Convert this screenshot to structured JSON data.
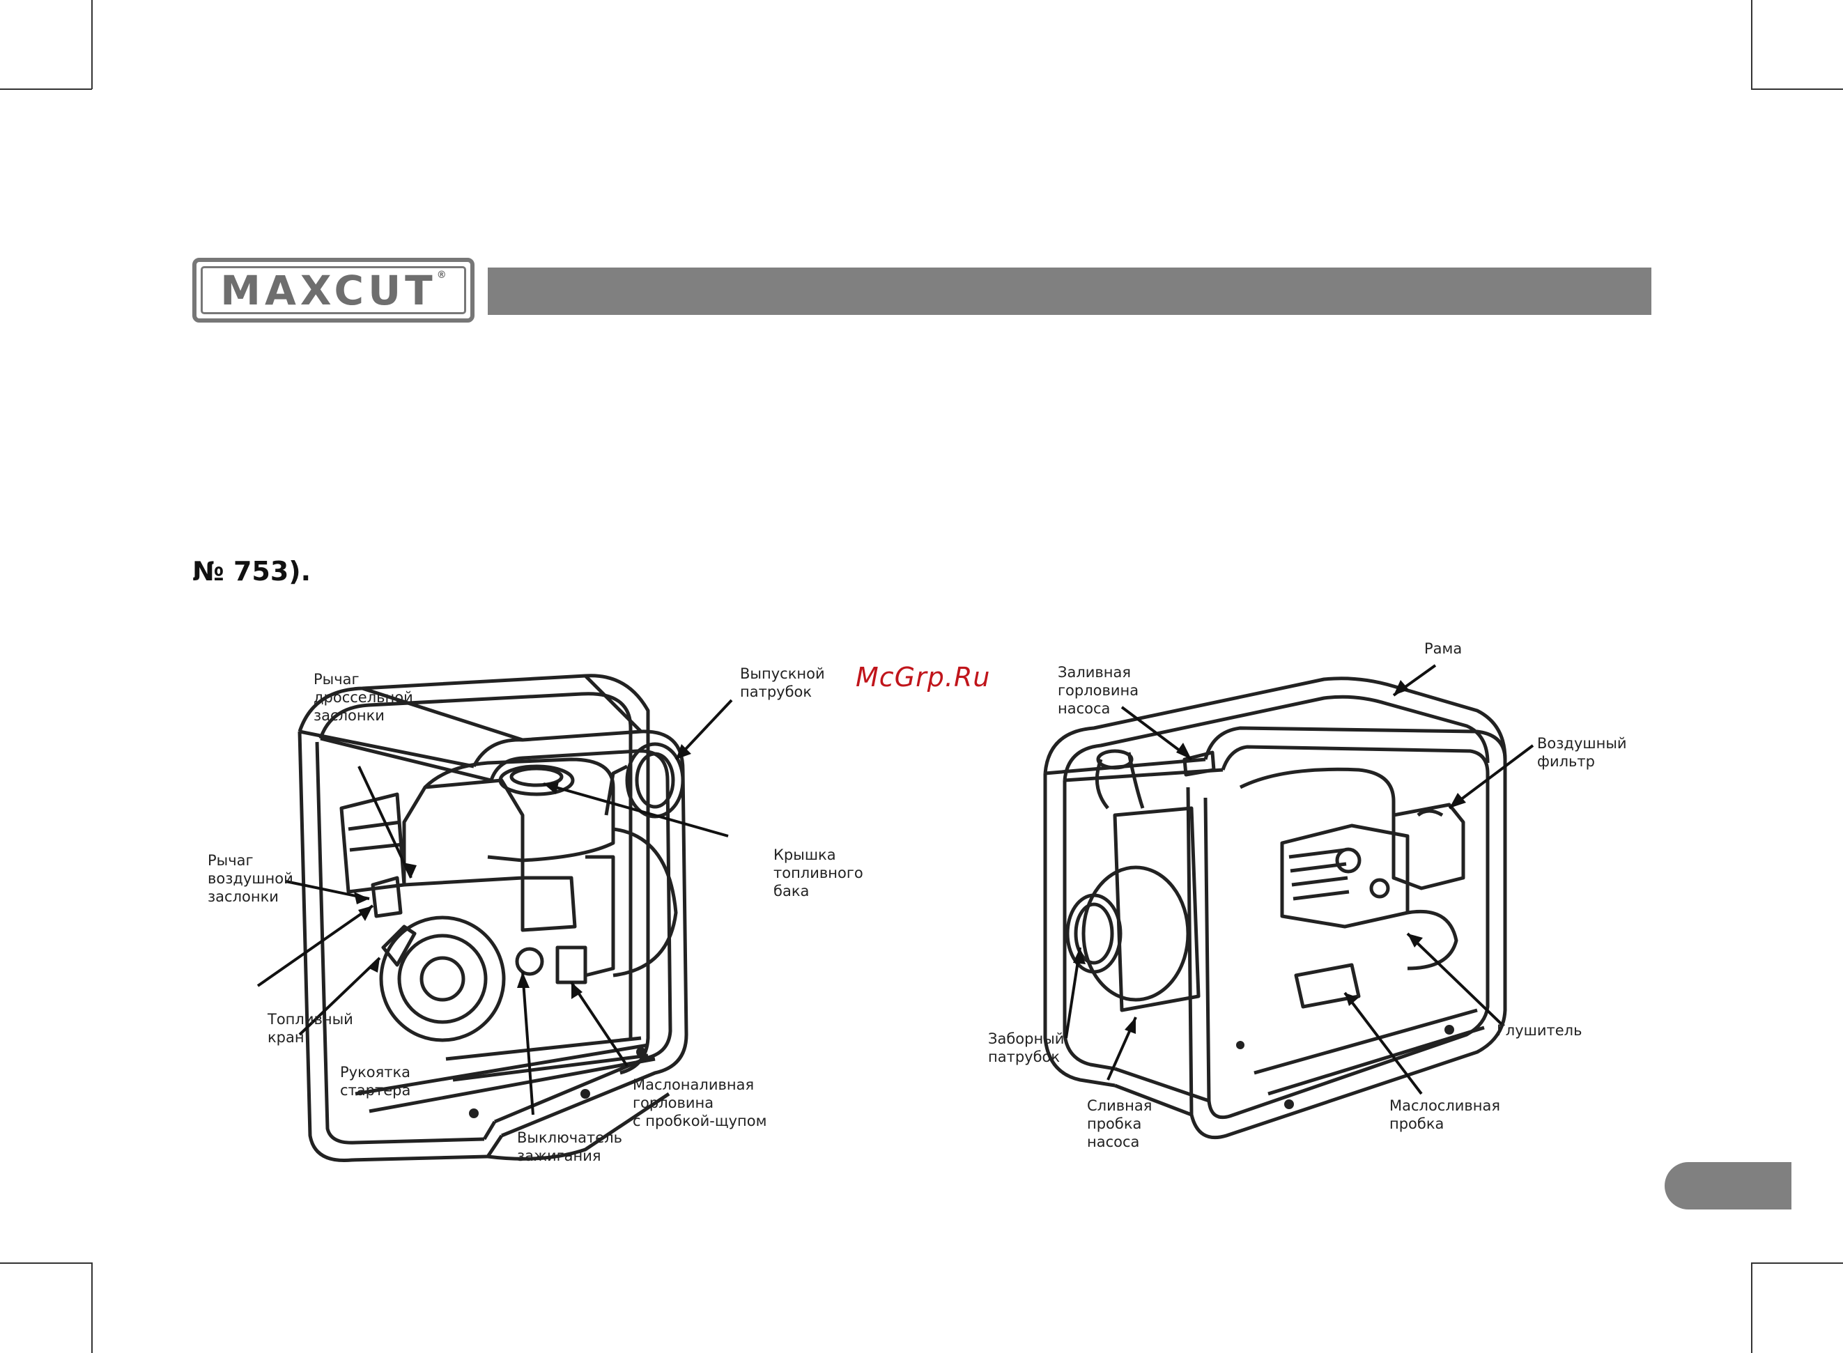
{
  "brand": {
    "name": "MAXCUT",
    "mark": "®"
  },
  "reference_text": "№ 753).",
  "watermark": "McGrp.Ru",
  "left_figure": {
    "labels": {
      "throttle_lever": "Рычаг\nдроссельной\nзаслонки",
      "exhaust_outlet": "Выпускной\nпатрубок",
      "choke_lever": "Рычаг\nвоздушной\nзаслонки",
      "fuel_cap": "Крышка\nтопливного\nбака",
      "fuel_valve": "Топливный\nкран",
      "starter_handle": "Рукоятка\nстартера",
      "oil_filler": "Маслоналивная\nгорловина\nс пробкой-щупом",
      "ignition_switch": "Выключатель\nзажигания"
    }
  },
  "right_figure": {
    "labels": {
      "pump_filler": "Заливная\nгорловина\nнасоса",
      "frame": "Рама",
      "air_filter": "Воздушный\nфильтр",
      "intake_outlet": "Заборный\nпатрубок",
      "muffler": "Глушитель",
      "pump_drain": "Сливная\nпробка\nнасоса",
      "oil_drain": "Маслосливная\nпробка"
    }
  }
}
